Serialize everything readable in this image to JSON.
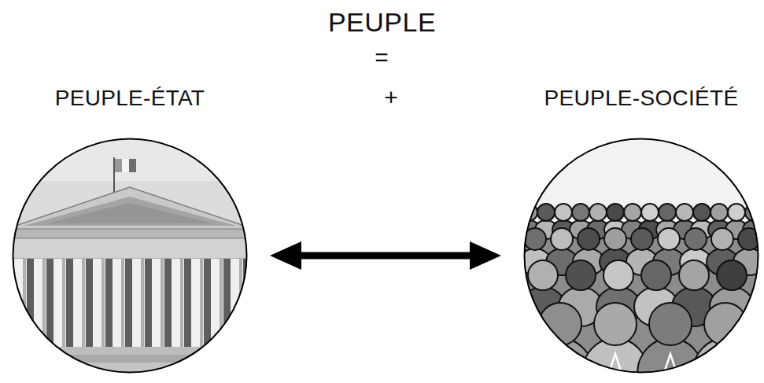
{
  "diagram": {
    "title": "PEUPLE",
    "nodes": [
      {
        "text": [
          "PEUPLE-ÉTAT"
        ]
      },
      {
        "text": [
          "PEUPLE-SOCIÉTÉ"
        ]
      }
    ],
    "edges": [
      {
        "from": 0,
        "to": 1,
        "arrow": "both"
      }
    ],
    "labels": [
      "=",
      "+"
    ]
  }
}
